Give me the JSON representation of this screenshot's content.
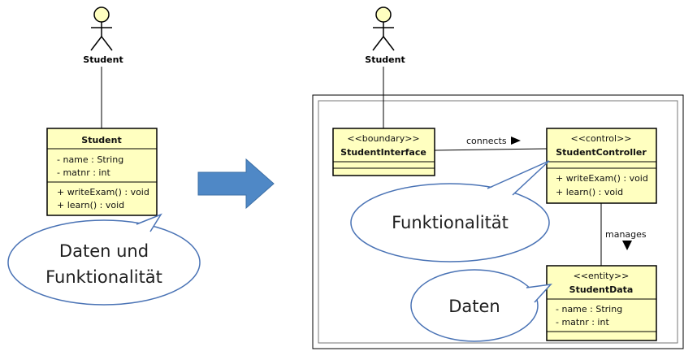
{
  "left": {
    "actor_label": "Student",
    "class": {
      "name": "Student",
      "attributes": [
        "- name : String",
        "- matnr : int"
      ],
      "operations": [
        "+ writeExam() : void",
        "+ learn() : void"
      ]
    },
    "callout_lines": [
      "Daten und",
      "Funktionalität"
    ]
  },
  "right": {
    "actor_label": "Student",
    "boundary": {
      "stereotype": "<<boundary>>",
      "name": "StudentInterface"
    },
    "control": {
      "stereotype": "<<control>>",
      "name": "StudentController",
      "operations": [
        "+ writeExam() : void",
        "+ learn() : void"
      ]
    },
    "entity": {
      "stereotype": "<<entity>>",
      "name": "StudentData",
      "attributes": [
        "- name : String",
        "- matnr : int"
      ]
    },
    "edges": {
      "connects": "connects",
      "manages": "manages"
    },
    "callouts": {
      "control": "Funktionalität",
      "entity": "Daten"
    }
  },
  "colors": {
    "class_fill": "#ffffc0",
    "arrow_fill": "#4f88c6",
    "callout_fill": "#ffffff",
    "callout_stroke": "#4a73b5"
  }
}
